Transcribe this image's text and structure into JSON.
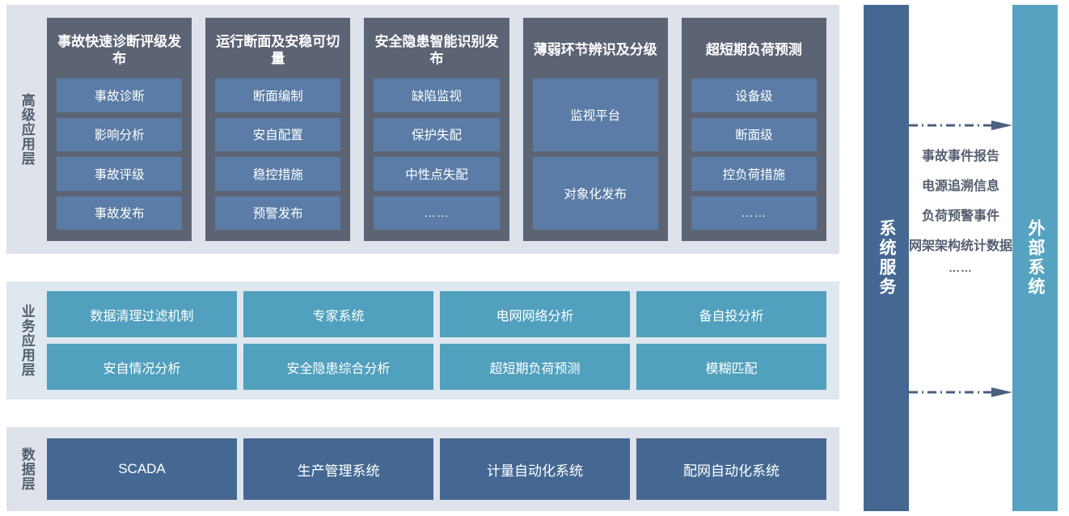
{
  "theme": {
    "panel_gray": "#dee2ea",
    "panel_blue": "#dee8ee",
    "card_dark": "#5c6474",
    "item_blue": "#5a7ca6",
    "business_teal": "#51a0bd",
    "data_blue": "#456893",
    "external_teal": "#55a3c0",
    "arrow_color": "#4a6080",
    "label_text": "#555f6e"
  },
  "layers": {
    "advanced": {
      "label": "高级应用层",
      "cards": [
        {
          "title": "事故快速诊断评级发布",
          "items": [
            {
              "text": "事故诊断",
              "tall": false
            },
            {
              "text": "影响分析",
              "tall": false
            },
            {
              "text": "事故评级",
              "tall": false
            },
            {
              "text": "事故发布",
              "tall": false
            }
          ]
        },
        {
          "title": "运行断面及安稳可切量",
          "items": [
            {
              "text": "断面编制",
              "tall": false
            },
            {
              "text": "安自配置",
              "tall": false
            },
            {
              "text": "稳控措施",
              "tall": false
            },
            {
              "text": "预警发布",
              "tall": false
            }
          ]
        },
        {
          "title": "安全隐患智能识别发布",
          "items": [
            {
              "text": "缺陷监视",
              "tall": false
            },
            {
              "text": "保护失配",
              "tall": false
            },
            {
              "text": "中性点失配",
              "tall": false
            },
            {
              "text": "……",
              "tall": false
            }
          ]
        },
        {
          "title": "薄弱环节辨识及分级",
          "items": [
            {
              "text": "监视平台",
              "tall": true
            },
            {
              "text": "对象化发布",
              "tall": true
            }
          ]
        },
        {
          "title": "超短期负荷预测",
          "items": [
            {
              "text": "设备级",
              "tall": false
            },
            {
              "text": "断面级",
              "tall": false
            },
            {
              "text": "控负荷措施",
              "tall": false
            },
            {
              "text": "……",
              "tall": false
            }
          ]
        }
      ]
    },
    "business": {
      "label": "业务应用层",
      "rows": [
        [
          "数据清理过滤机制",
          "专家系统",
          "电网网络分析",
          "备自投分析"
        ],
        [
          "安自情况分析",
          "安全隐患综合分析",
          "超短期负荷预测",
          "模糊匹配"
        ]
      ]
    },
    "data": {
      "label": "数据层",
      "items": [
        "SCADA",
        "生产管理系统",
        "计量自动化系统",
        "配网自动化系统"
      ]
    }
  },
  "sidebars": {
    "system_service": "系统服务",
    "external_system": "外部系统"
  },
  "flow": {
    "items": [
      "事故事件报告",
      "电源追溯信息",
      "负荷预警事件",
      "网架架构统计数据"
    ],
    "ellipsis": "……"
  }
}
